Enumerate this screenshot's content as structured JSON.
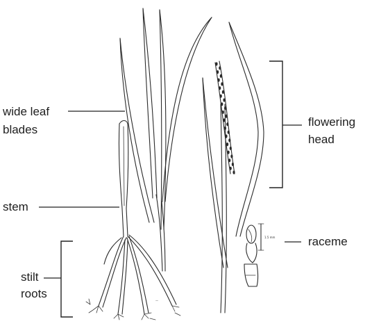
{
  "labels": {
    "wide_leaf_line1": "wide leaf",
    "wide_leaf_line2": "blades",
    "stem": "stem",
    "stilt_line1": "stilt",
    "stilt_line2": "roots",
    "flowering_line1": "flowering",
    "flowering_line2": "head",
    "raceme": "raceme",
    "scale": "1.5 mm"
  },
  "colors": {
    "ink": "#2a2a2a",
    "background": "#ffffff"
  }
}
